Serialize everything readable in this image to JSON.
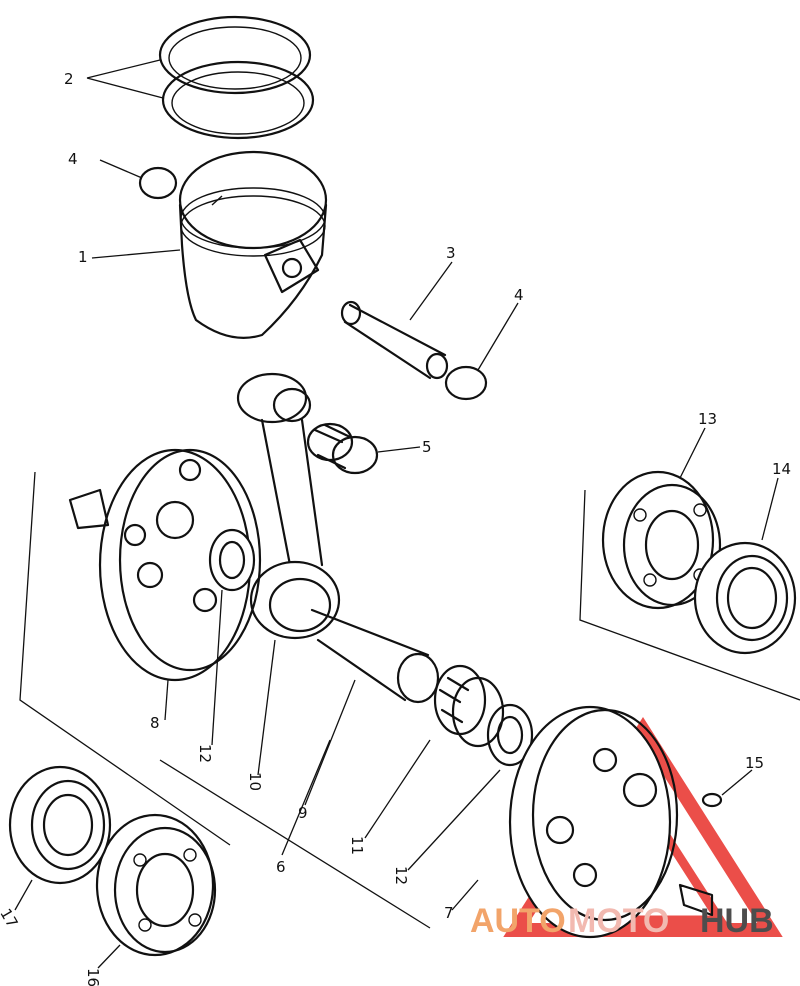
{
  "callouts": {
    "c1": "1",
    "c2": "2",
    "c3": "3",
    "c4a": "4",
    "c4b": "4",
    "c5": "5",
    "c6": "6",
    "c7": "7",
    "c8": "8",
    "c9": "9",
    "c10": "10",
    "c11": "11",
    "c12a": "12",
    "c12b": "12",
    "c13": "13",
    "c14": "14",
    "c15": "15",
    "c16": "16",
    "c17": "17"
  },
  "watermark": {
    "word1": "AUTO",
    "word2": "MOTO",
    "word3": "HUB",
    "color1": "#f2a46a",
    "color2": "#f2b9b0",
    "color3": "#4d4d4d",
    "logo_color": "#e8302a"
  }
}
